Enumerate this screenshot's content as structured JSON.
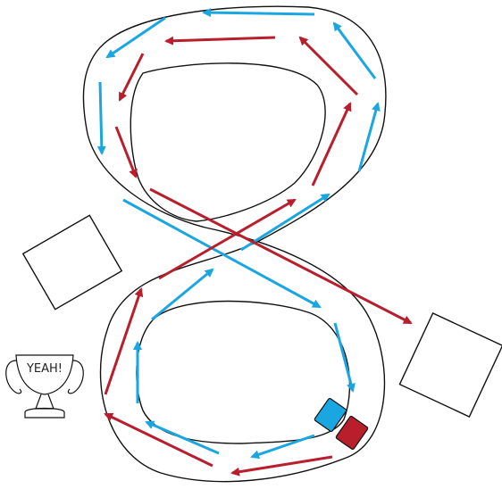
{
  "trophy": {
    "text": "YEAH!",
    "icon": "trophy-icon"
  },
  "colors": {
    "blue": "#1aa6e0",
    "red": "#b81e2c",
    "track": "#111111",
    "paper": "#ffffff"
  },
  "cars": [
    {
      "name": "blue-car",
      "color": "#1aa6e0"
    },
    {
      "name": "red-car",
      "color": "#b81e2c"
    }
  ],
  "paths": {
    "blue_route": "blue",
    "red_route": "red"
  }
}
